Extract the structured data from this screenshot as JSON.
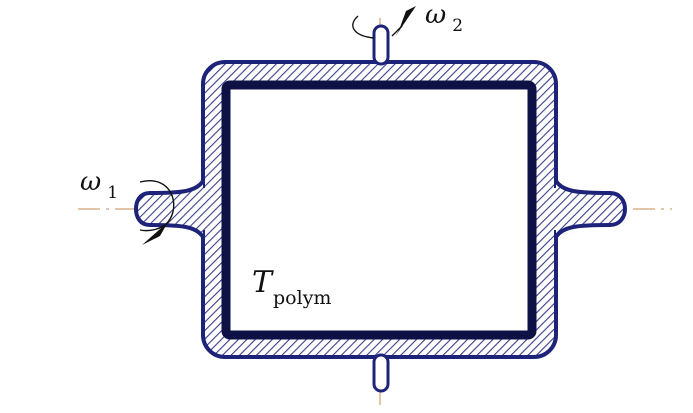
{
  "labels": {
    "omega1": {
      "symbol": "ω",
      "subscript": "1"
    },
    "omega2": {
      "symbol": "ω",
      "subscript": "2"
    },
    "temperature": {
      "symbol": "T",
      "subscript": "polym"
    }
  },
  "colors": {
    "outline": "#1e237a",
    "inner_wall": "#0e1146",
    "hatch": "#3a3f8a",
    "axis": "#d9b48a",
    "arrow": "#111111",
    "background": "#ffffff"
  }
}
